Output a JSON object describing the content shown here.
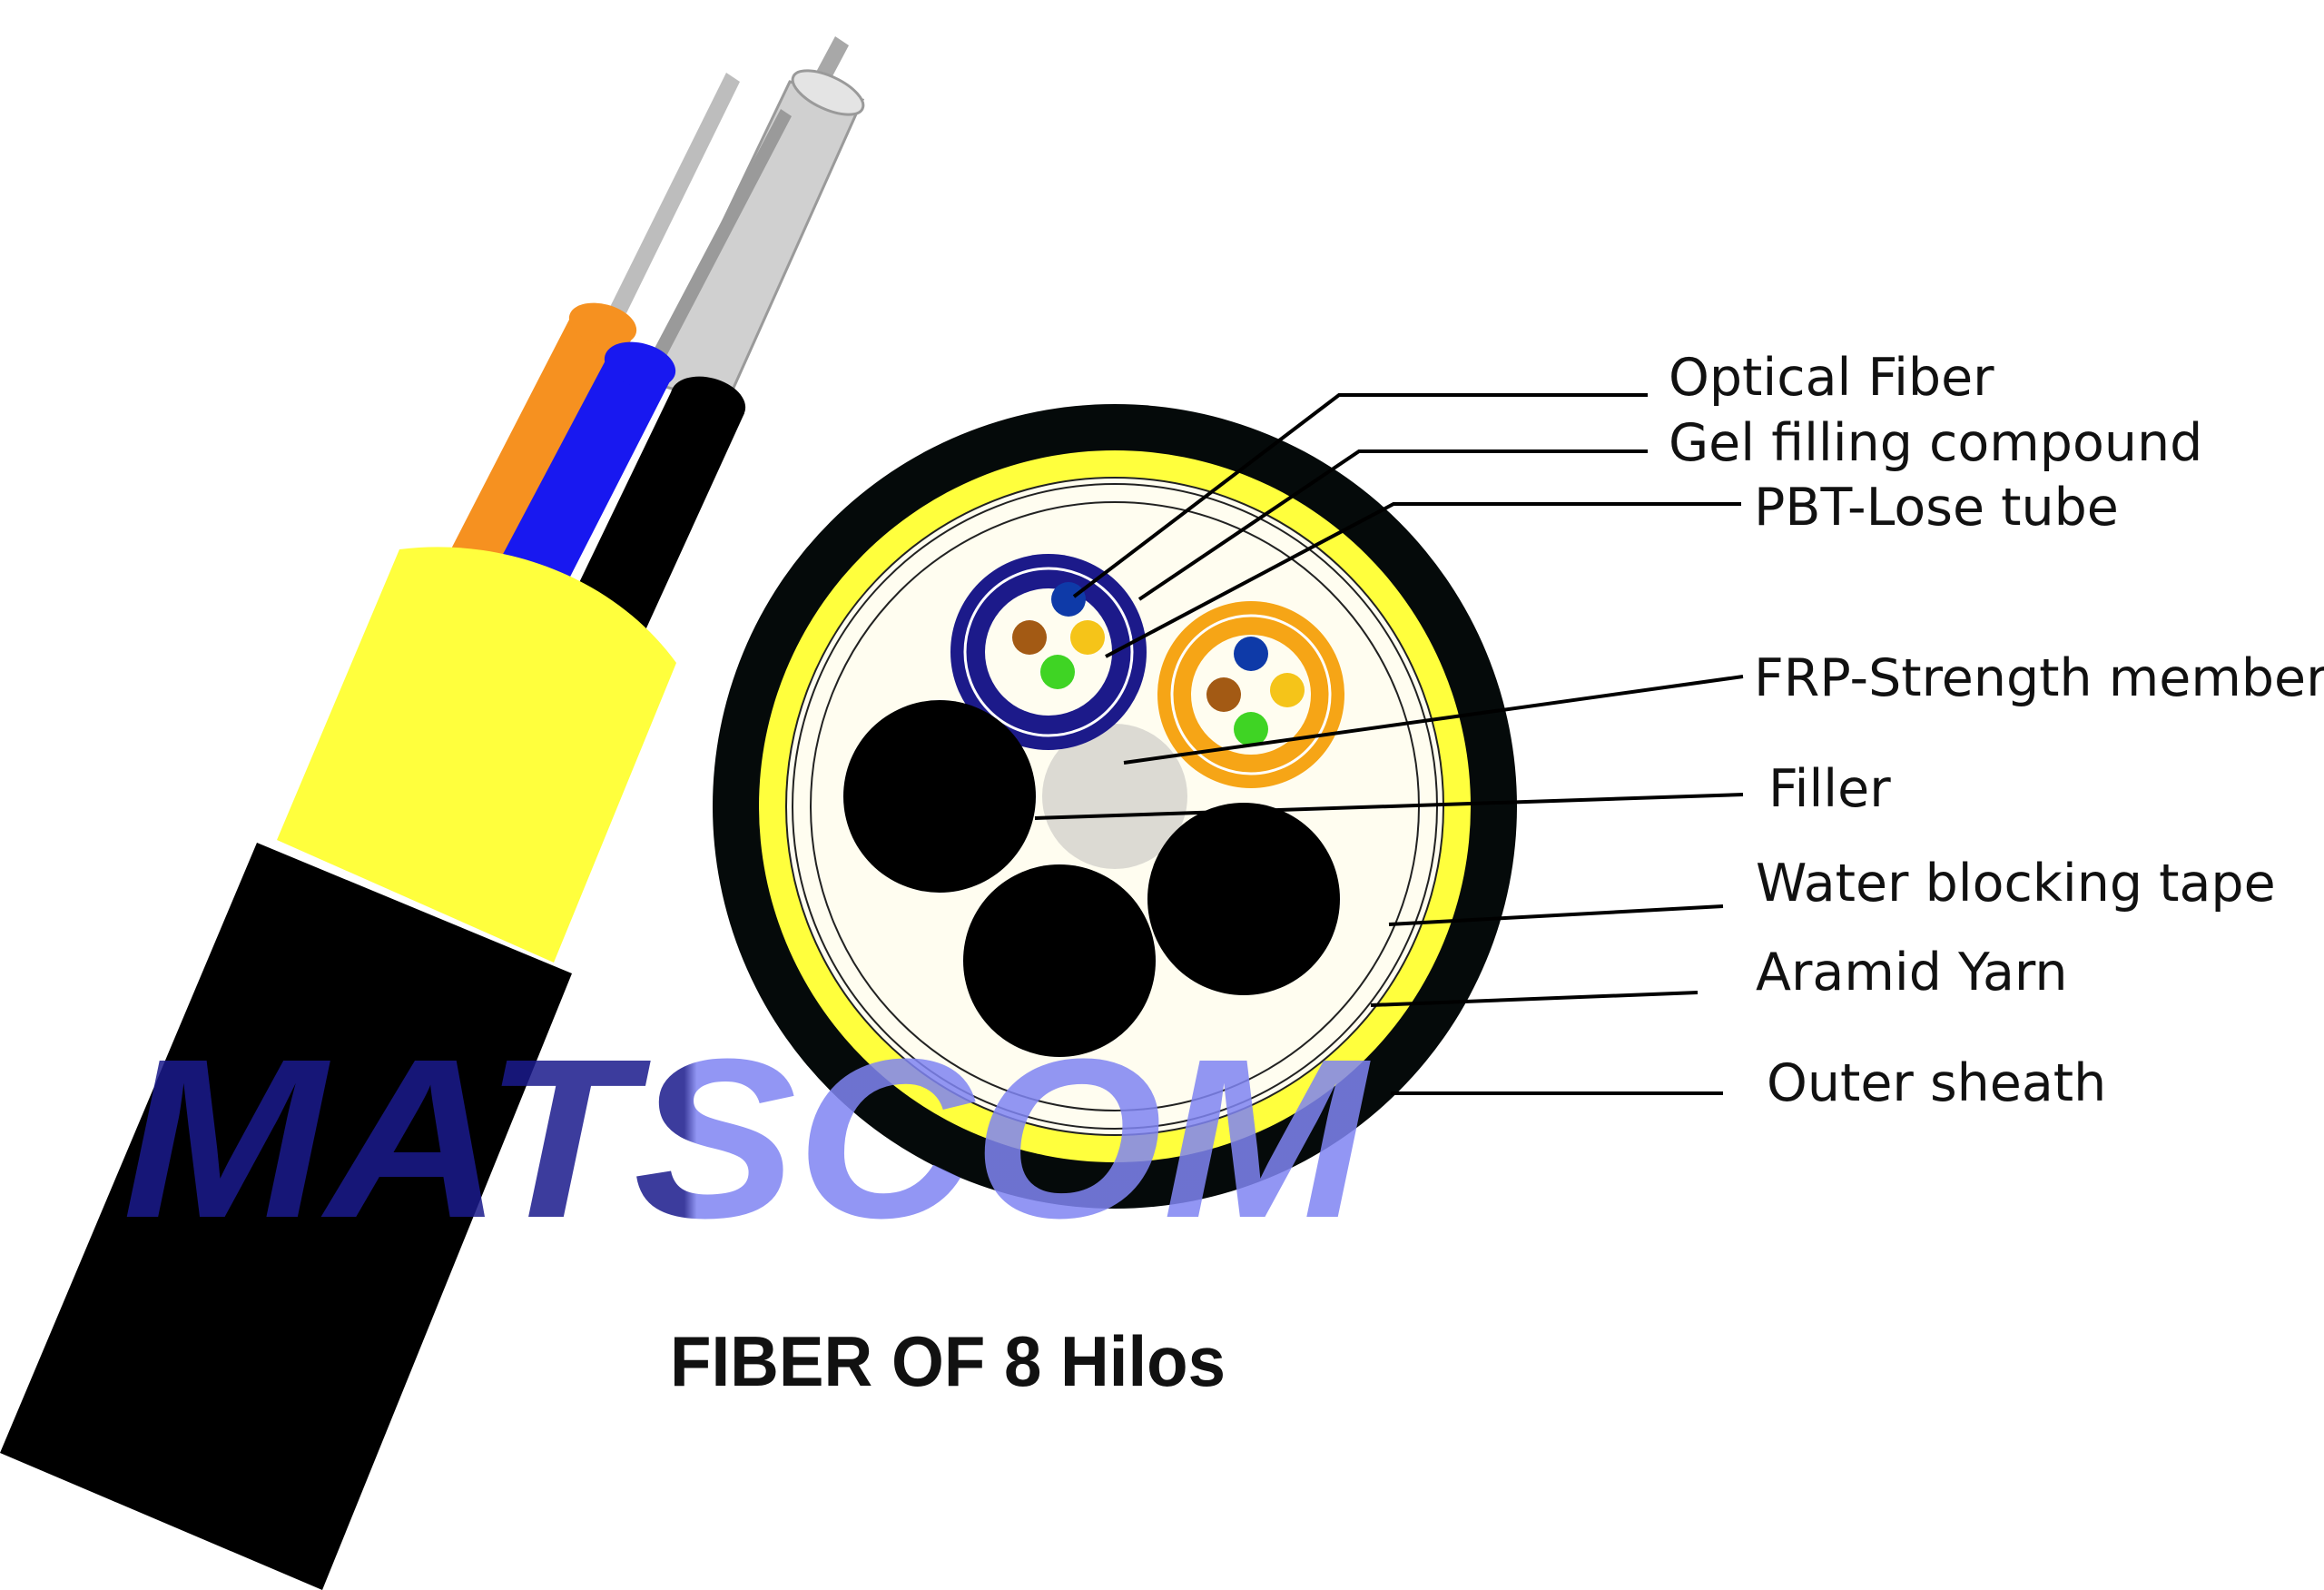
{
  "title": "FIBER  OF 8 Hilos",
  "watermark": {
    "text": "MATSCOM",
    "color_dark": "#1a1a8c",
    "color_light": "#7f84f2"
  },
  "labels": {
    "optical_fiber": "Optical Fiber",
    "gel_filling": "Gel filling compound",
    "pbt_tube": "PBT-Lose tube",
    "frp_member": "FRP-Strength  member",
    "filler": "Filler",
    "water_tape": "Water blocking tape",
    "aramid_yarn": "Aramid Yarn",
    "outer_sheath": "Outer sheath"
  },
  "colors": {
    "outer_sheath": "#050a0a",
    "aramid_yarn": "#ffff3d",
    "tube_blue": "#1c1a8a",
    "tube_orange": "#f6a516",
    "frp_member": "#dcdad3",
    "gel": "#fffdf0",
    "fiber_blue": "#0e3aa8",
    "fiber_brown": "#a35a14",
    "fiber_yellow": "#f5c419",
    "fiber_green": "#3fd424",
    "cable_orange": "#f69120",
    "cable_blue": "#1818f0",
    "cable_grey": "#c8c8c8"
  }
}
